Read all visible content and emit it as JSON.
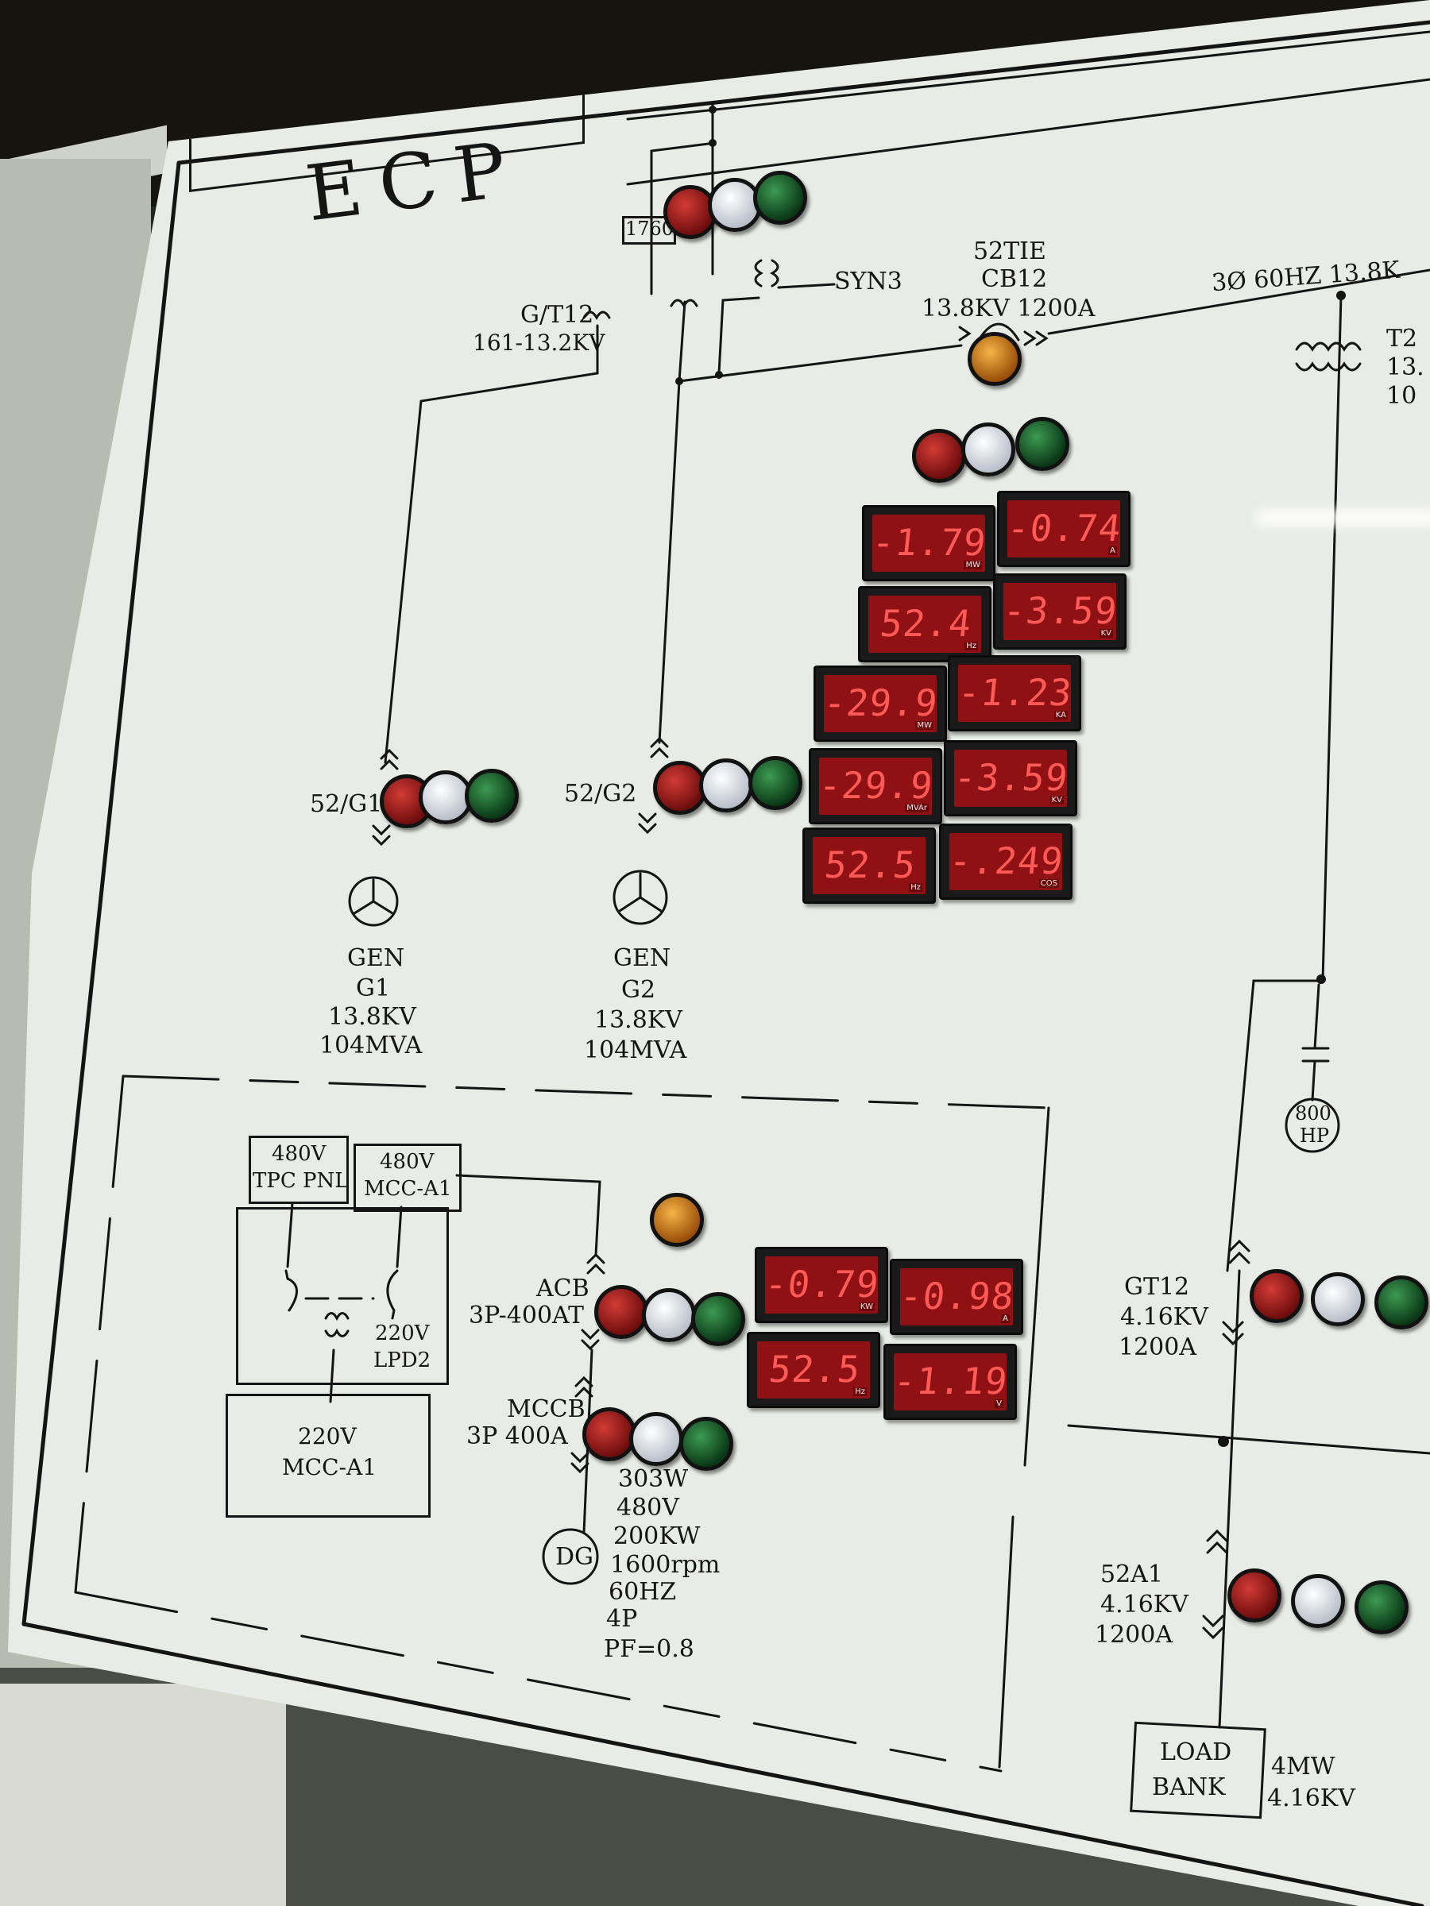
{
  "panel": {
    "title": "ECP",
    "breaker_1760": "1760",
    "gt12_xfmr": "G/T12",
    "gt12_ratio": "161-13.2KV",
    "syn3": "SYN3",
    "cb12_name": "52TIE",
    "cb12_sub": "CB12",
    "cb12_rating": "13.8KV  1200A",
    "bus_main": "3Ø  60HZ  13.8K",
    "t2_label": "T2",
    "t2_line2": "13.",
    "t2_line3": "10",
    "g1_breaker": "52/G1",
    "g2_breaker": "52/G2",
    "g1_gen": [
      "GEN",
      "G1",
      "13.8KV",
      "104MVA"
    ],
    "g2_gen": [
      "GEN",
      "G2",
      "13.8KV",
      "104MVA"
    ],
    "motor": [
      "800",
      "HP"
    ],
    "gt12_breaker": [
      "GT12",
      "4.16KV",
      "1200A"
    ],
    "a1_breaker": [
      "52A1",
      "4.16KV",
      "1200A"
    ],
    "load_bank": [
      "LOAD",
      "BANK"
    ],
    "load_bank_rating": [
      "4MW",
      "4.16KV"
    ],
    "tpc_pnl": [
      "480V",
      "TPC PNL"
    ],
    "mcc_a1_480": [
      "480V",
      "MCC-A1"
    ],
    "lpd2": [
      "220V",
      "LPD2"
    ],
    "mcc_a1_220": [
      "220V",
      "MCC-A1"
    ],
    "acb": [
      "ACB",
      "3P-400AT"
    ],
    "mccb": [
      "MCCB",
      "3P  400A"
    ],
    "dg": "DG",
    "dg_specs": [
      "303W",
      "480V",
      "200KW",
      "1600rpm",
      "60HZ",
      "4P",
      "PF=0.8"
    ]
  },
  "meters": {
    "g2": [
      {
        "value": "-1.79",
        "unit": "MW"
      },
      {
        "value": "-0.74",
        "unit": "A"
      },
      {
        "value": "52.4",
        "unit": "Hz"
      },
      {
        "value": "-3.59",
        "unit": "KV"
      },
      {
        "value": "-29.9",
        "unit": "MW"
      },
      {
        "value": "-1.23",
        "unit": "KA"
      },
      {
        "value": "-29.9",
        "unit": "MVAr"
      },
      {
        "value": "-3.59",
        "unit": "KV"
      },
      {
        "value": "52.5",
        "unit": "Hz"
      },
      {
        "value": "-.249",
        "unit": "COS"
      }
    ],
    "dg": [
      {
        "value": "-0.79",
        "unit": "KW"
      },
      {
        "value": "-0.98",
        "unit": "A"
      },
      {
        "value": "52.5",
        "unit": "Hz"
      },
      {
        "value": "-1.19",
        "unit": "V"
      }
    ]
  },
  "lamp_colors": {
    "red": "#b0201c",
    "white": "#e4e9ee",
    "green": "#1c6a33",
    "amber": "#e8901e",
    "meter_red": "#ff5a55"
  }
}
